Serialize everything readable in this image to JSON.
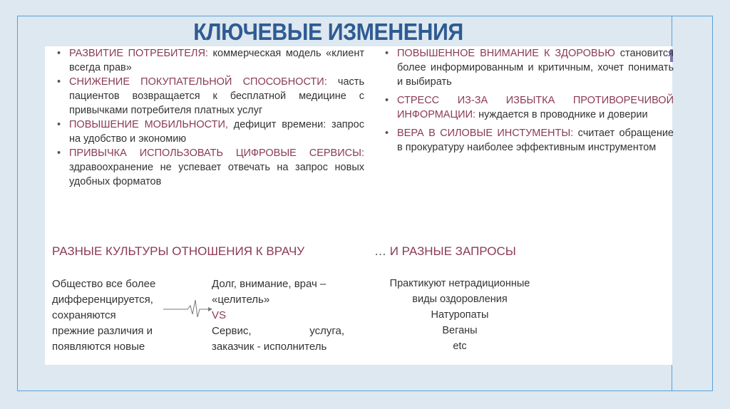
{
  "title": "КЛЮЧЕВЫЕ ИЗМЕНЕНИЯ",
  "colors": {
    "background": "#dde8f0",
    "frame_border": "#5aa0d8",
    "title": "#2f5b93",
    "highlight": "#8a3a56",
    "body_text": "#333333"
  },
  "left_items": [
    {
      "head": "РАЗВИТИЕ ПОТРЕБИТЕЛЯ:",
      "text": " коммерческая модель «клиент всегда прав»"
    },
    {
      "head": "СНИЖЕНИЕ ПОКУПАТЕЛЬНОЙ СПОСОБНОСТИ:",
      "text": " часть пациентов возвращается к бесплатной медицине с привычками потребителя платных услуг"
    },
    {
      "head": "ПОВЫШЕНИЕ МОБИЛЬНОСТИ,",
      "text": " дефицит времени: запрос на удобство и экономию"
    },
    {
      "head": "ПРИВЫЧКА ИСПОЛЬЗОВАТЬ ЦИФРОВЫЕ СЕРВИСЫ:",
      "text": " здравоохранение не успевает отвечать на запрос новых удобных форматов"
    }
  ],
  "right_items": [
    {
      "head": "ПОВЫШЕННОЕ ВНИМАНИЕ К ЗДОРОВЬЮ",
      "text": " становится более информированным и критичным, хочет понимать и выбирать"
    },
    {
      "head": "СТРЕСС ИЗ-ЗА ИЗБЫТКА ПРОТИВОРЕЧИВОЙ ИНФОРМАЦИИ:",
      "text": " нуждается в проводнике и доверии"
    },
    {
      "head": "ВЕРА В СИЛОВЫЕ ИНСТУМЕНТЫ:",
      "text": " считает обращение в прокуратуру наиболее эффективным инструментом"
    }
  ],
  "bullet": "•",
  "section_cultures": {
    "title": "РАЗНЫЕ КУЛЬТУРЫ ОТНОШЕНИЯ К ВРАЧУ",
    "left_lines": [
      "Общество все более",
      "дифференцируется,",
      "сохраняются",
      "прежние различия и",
      "появляются новые"
    ],
    "right_line1": "Долг, внимание, врач –",
    "right_line2": "«целитель»",
    "vs": "VS",
    "right_line4a": "Сервис,",
    "right_line4b": "услуга,",
    "right_line5": "заказчик - исполнитель",
    "arrow_icon": "pulse-arrow-icon"
  },
  "section_requests": {
    "dots": "…",
    "title": " И РАЗНЫЕ ЗАПРОСЫ",
    "lines": [
      "Практикуют нетрадиционные",
      "виды оздоровления",
      "Натуропаты",
      "Веганы",
      "etc"
    ]
  }
}
